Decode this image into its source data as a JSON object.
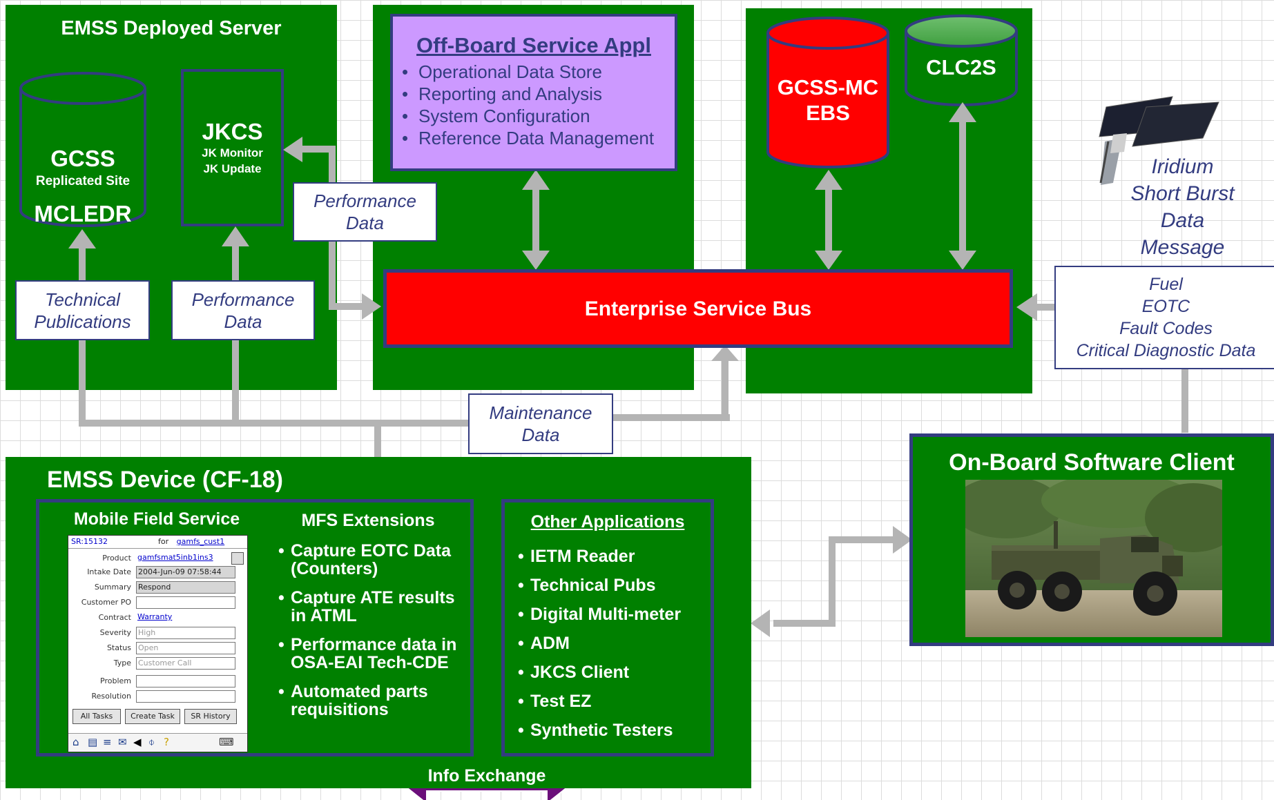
{
  "deployed_server": {
    "title": "EMSS Deployed Server",
    "gcss_cylinder": {
      "line1": "GCSS",
      "line2": "MCLEDR",
      "line3": "Replicated Site"
    },
    "jkcs_box": {
      "title": "JKCS",
      "line1": "JK Monitor",
      "line2": "JK Update"
    },
    "tech_pubs_label": "Technical\nPublications",
    "perf_data_label": "Performance\nData"
  },
  "performance_data_label": "Performance\nData",
  "off_board": {
    "title": "Off-Board Service Appl",
    "items": [
      "Operational Data Store",
      "Reporting and Analysis",
      "System Configuration",
      "Reference Data Management"
    ]
  },
  "gcss_mc_ebs": "GCSS-MC\nEBS",
  "clc2s": "CLC2S",
  "esb": "Enterprise Service Bus",
  "iridium_label": "Iridium\nShort Burst\nData\nMessage",
  "data_types_label": "Fuel\nEOTC\nFault Codes\nCritical Diagnostic Data",
  "maintenance_data_label": "Maintenance\nData",
  "device": {
    "title": "EMSS Device (CF-18)",
    "mfs_title": "Mobile Field Service",
    "ext_title": "MFS Extensions",
    "ext_items": [
      "Capture EOTC Data (Counters)",
      "Capture ATE results in ATML",
      "Performance data in OSA-EAI Tech-CDE",
      "Automated parts requisitions"
    ],
    "other_title": "Other Applications",
    "other_items": [
      "IETM Reader",
      "Technical Pubs",
      "Digital Multi-meter",
      "ADM",
      "JKCS Client",
      "Test EZ",
      "Synthetic Testers"
    ],
    "info_exchange": "Info Exchange"
  },
  "pda": {
    "sr": "SR:15132",
    "for_label": "for",
    "for_value": "gamfs_cust1",
    "fields": [
      {
        "label": "Product",
        "value": "gamfsmat5inb1ins3"
      },
      {
        "label": "Intake Date",
        "value": "2004-Jun-09 07:58:44"
      },
      {
        "label": "Summary",
        "value": "Respond"
      },
      {
        "label": "Customer PO",
        "value": ""
      },
      {
        "label": "Contract",
        "value": "Warranty"
      },
      {
        "label": "Severity",
        "value": "High"
      },
      {
        "label": "Status",
        "value": "Open"
      },
      {
        "label": "Type",
        "value": "Customer Call"
      },
      {
        "label": "Problem",
        "value": ""
      },
      {
        "label": "Resolution",
        "value": ""
      }
    ],
    "buttons": [
      "All Tasks",
      "Create Task",
      "SR History"
    ]
  },
  "onboard_title": "On-Board Software Client",
  "colors": {
    "panel_green": "#008000",
    "border_navy": "#333c80",
    "esb_red": "#ff0000",
    "lavender": "#cc99ff",
    "info_purple": "#6b0f7a",
    "arrow_gray": "#b4b4b4"
  }
}
